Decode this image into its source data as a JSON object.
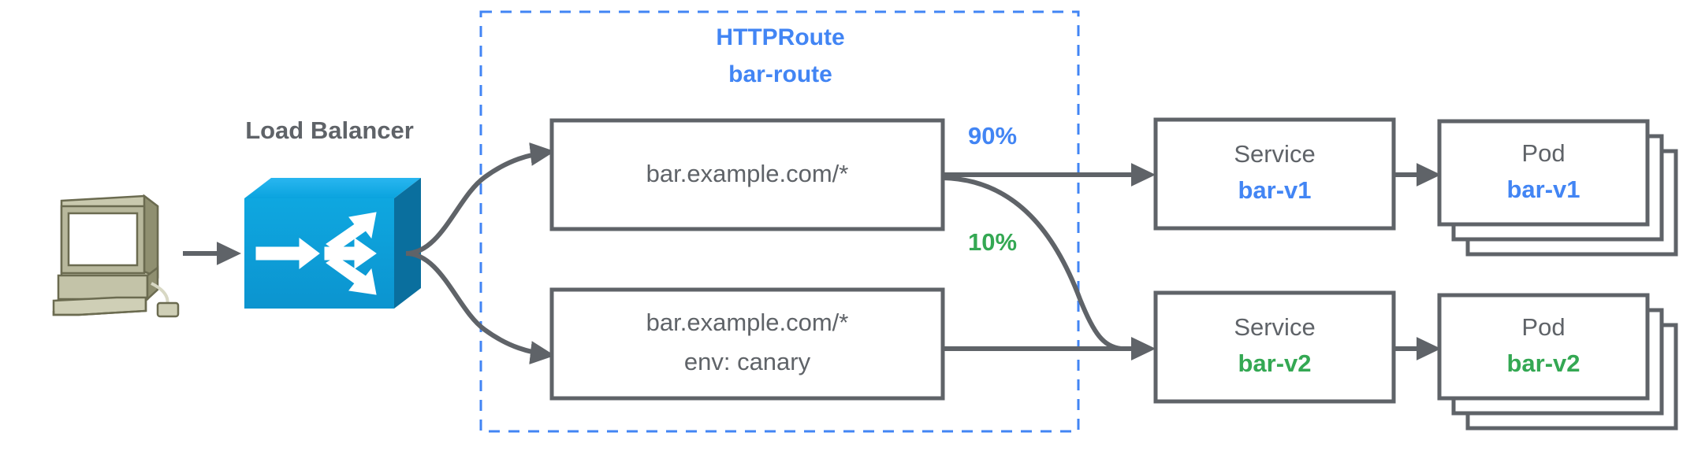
{
  "diagram": {
    "title_text": "HTTPRoute bar-route traffic splitting diagram",
    "colors": {
      "blue": "#4285f4",
      "green": "#34a853",
      "gray": "#5f6368",
      "switch_blue": "#0a9fdb",
      "computer_beige": "#b5b598"
    },
    "client": {
      "icon_name": "desktop-computer-icon"
    },
    "load_balancer": {
      "label": "Load Balancer",
      "icon_name": "network-switch-icon"
    },
    "boundary": {
      "kind_label": "HTTPRoute",
      "name_label": "bar-route"
    },
    "route_rules": [
      {
        "id": "rule-1",
        "lines": [
          "bar.example.com/*"
        ]
      },
      {
        "id": "rule-2",
        "lines": [
          "bar.example.com/*",
          "env: canary"
        ]
      }
    ],
    "weights": [
      {
        "id": "weight-90",
        "label": "90%",
        "color": "#4285f4"
      },
      {
        "id": "weight-10",
        "label": "10%",
        "color": "#34a853"
      }
    ],
    "services": [
      {
        "id": "service-bar-v1",
        "kind": "Service",
        "name": "bar-v1",
        "color": "#4285f4"
      },
      {
        "id": "service-bar-v2",
        "kind": "Service",
        "name": "bar-v2",
        "color": "#34a853"
      }
    ],
    "pods": [
      {
        "id": "pod-bar-v1",
        "kind": "Pod",
        "name": "bar-v1",
        "color": "#4285f4",
        "replicas": 3
      },
      {
        "id": "pod-bar-v2",
        "kind": "Pod",
        "name": "bar-v2",
        "color": "#34a853",
        "replicas": 3
      }
    ]
  }
}
